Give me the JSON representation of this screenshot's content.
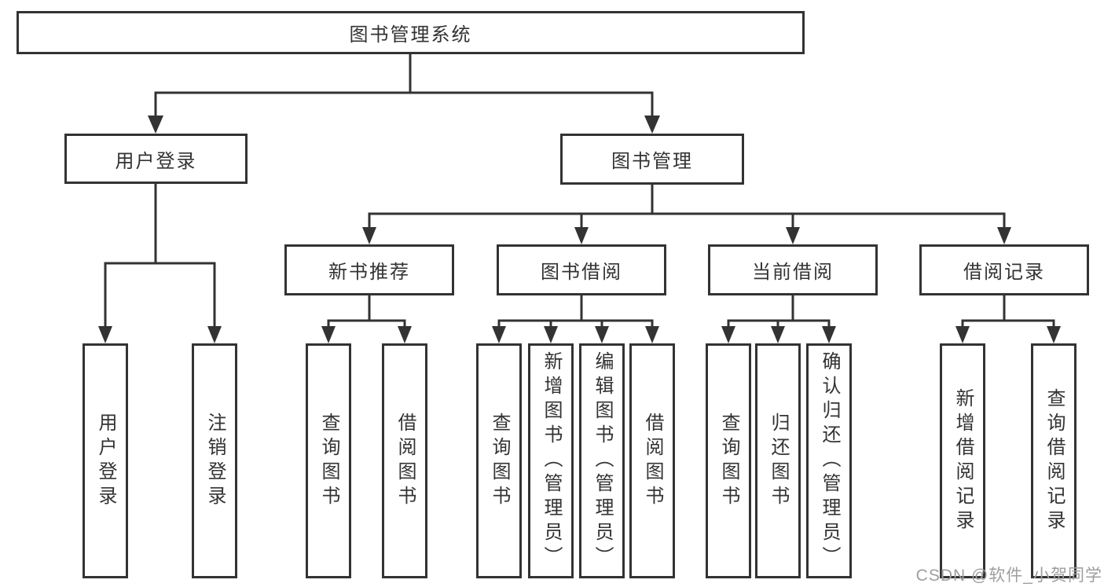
{
  "colors": {
    "line": "#333333",
    "text": "#333333",
    "box_background": "#ffffff",
    "watermark": "#9e9e9e"
  },
  "root": {
    "label": "图书管理系统"
  },
  "level2": {
    "user_login": {
      "label": "用户登录"
    },
    "book_mgmt": {
      "label": "图书管理"
    }
  },
  "level3": {
    "new_book": {
      "label": "新书推荐"
    },
    "book_borrow": {
      "label": "图书借阅"
    },
    "current_borrow": {
      "label": "当前借阅"
    },
    "borrow_record": {
      "label": "借阅记录"
    }
  },
  "level4": {
    "user_login": [
      {
        "label": "用户登录"
      },
      {
        "label": "注销登录"
      }
    ],
    "new_book": [
      {
        "label": "查询图书"
      },
      {
        "label": "借阅图书"
      }
    ],
    "book_borrow": [
      {
        "label": "查询图书"
      },
      {
        "label": "新增图书（管理员）"
      },
      {
        "label": "编辑图书（管理员）"
      },
      {
        "label": "借阅图书"
      }
    ],
    "current_borrow": [
      {
        "label": "查询图书"
      },
      {
        "label": "归还图书"
      },
      {
        "label": "确认归还（管理员）"
      }
    ],
    "borrow_record": [
      {
        "label": "新增借阅记录"
      },
      {
        "label": "查询借阅记录"
      }
    ]
  },
  "watermark": {
    "text": "CSDN @软件_小贺同学"
  }
}
